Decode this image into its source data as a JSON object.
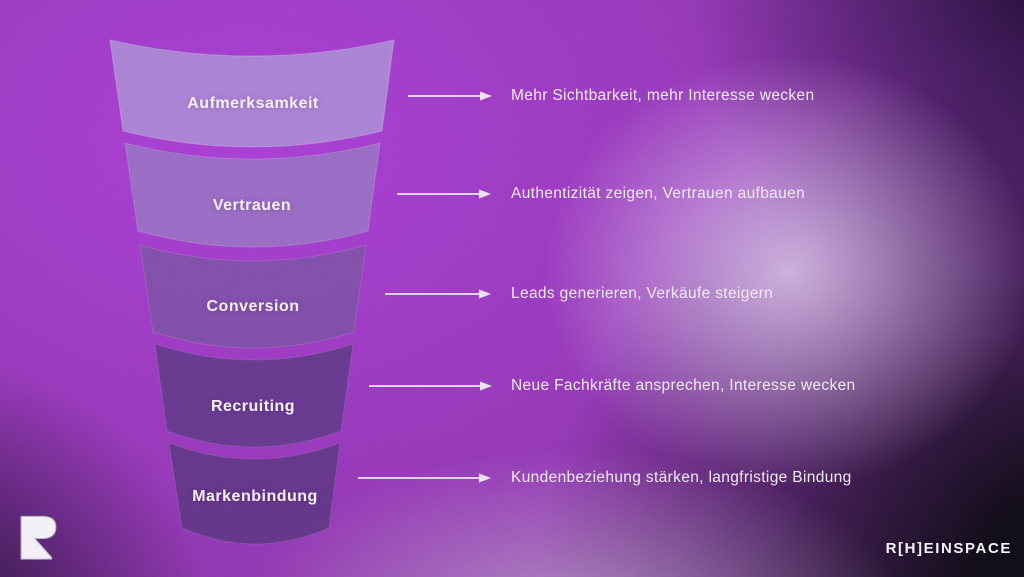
{
  "diagram": {
    "type": "funnel",
    "stages": [
      {
        "label": "Aufmerksamkeit",
        "description": "Mehr Sichtbarkeit, mehr Interesse wecken",
        "color": "#a88ad4"
      },
      {
        "label": "Vertrauen",
        "description": "Authentizität zeigen, Vertrauen aufbauen",
        "color": "#9571c1"
      },
      {
        "label": "Conversion",
        "description": "Leads generieren, Verkäufe steigern",
        "color": "#7b50a5"
      },
      {
        "label": "Recruiting",
        "description": "Neue Fachkräfte ansprechen, Interesse wecken",
        "color": "#623a89"
      },
      {
        "label": "Markenbindung",
        "description": "Kundenbeziehung stärken, langfristige Bindung",
        "color": "#5e3683"
      }
    ]
  },
  "branding": {
    "logo_icon": "r-logo",
    "wordmark": "R[H]EINSPACE"
  },
  "colors": {
    "background_base": "#8c36ad",
    "background_bright": "#a73fd3",
    "glow_light": "#e2d1f1",
    "dark_corner": "#0f0c16",
    "text_light": "#f0e8f8",
    "arrow": "#ece4f5"
  }
}
